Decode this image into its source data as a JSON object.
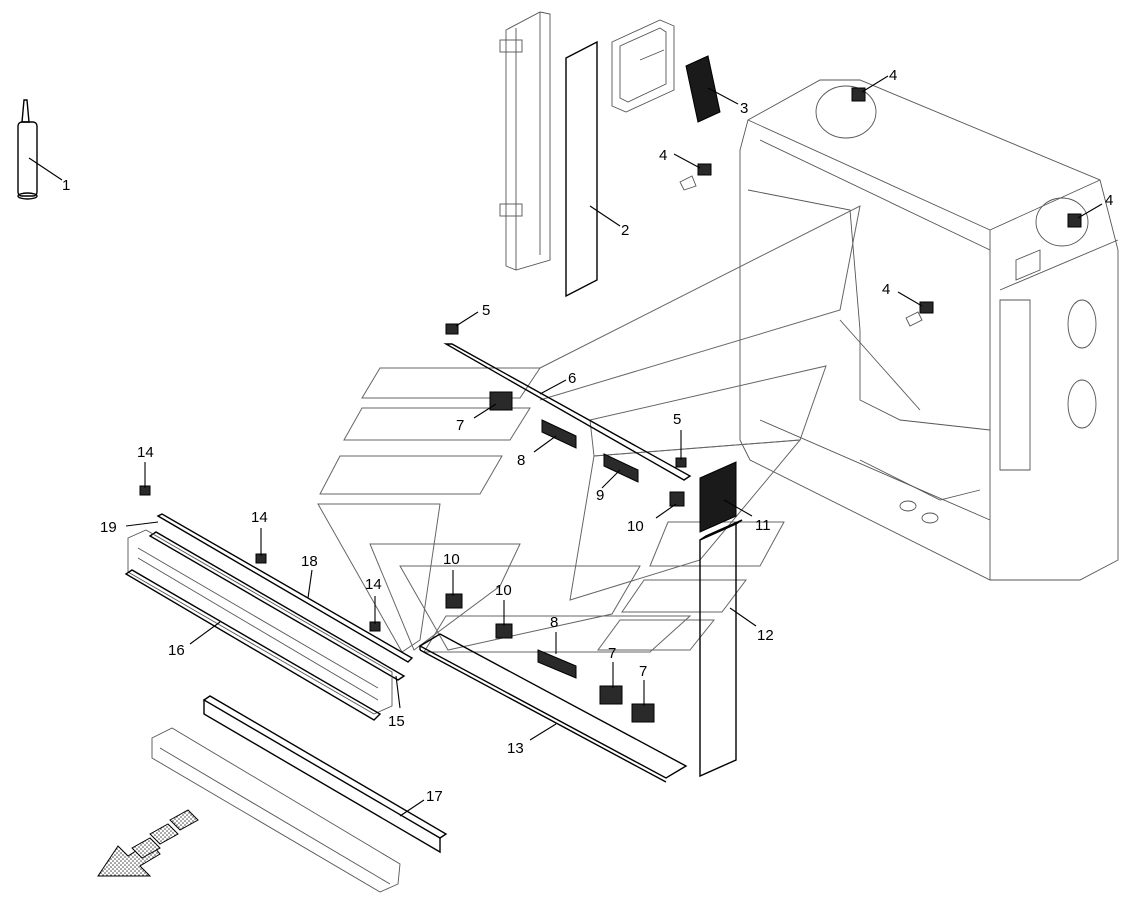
{
  "diagram": {
    "callouts": [
      {
        "id": "c1",
        "text": "1"
      },
      {
        "id": "c2",
        "text": "2"
      },
      {
        "id": "c3",
        "text": "3"
      },
      {
        "id": "c4a",
        "text": "4"
      },
      {
        "id": "c4b",
        "text": "4"
      },
      {
        "id": "c4c",
        "text": "4"
      },
      {
        "id": "c4d",
        "text": "4"
      },
      {
        "id": "c5a",
        "text": "5"
      },
      {
        "id": "c5b",
        "text": "5"
      },
      {
        "id": "c6",
        "text": "6"
      },
      {
        "id": "c7a",
        "text": "7"
      },
      {
        "id": "c7b",
        "text": "7"
      },
      {
        "id": "c7c",
        "text": "7"
      },
      {
        "id": "c8a",
        "text": "8"
      },
      {
        "id": "c8b",
        "text": "8"
      },
      {
        "id": "c9",
        "text": "9"
      },
      {
        "id": "c10a",
        "text": "10"
      },
      {
        "id": "c10b",
        "text": "10"
      },
      {
        "id": "c10c",
        "text": "10"
      },
      {
        "id": "c11",
        "text": "11"
      },
      {
        "id": "c12",
        "text": "12"
      },
      {
        "id": "c13",
        "text": "13"
      },
      {
        "id": "c14a",
        "text": "14"
      },
      {
        "id": "c14b",
        "text": "14"
      },
      {
        "id": "c14c",
        "text": "14"
      },
      {
        "id": "c15",
        "text": "15"
      },
      {
        "id": "c16",
        "text": "16"
      },
      {
        "id": "c17",
        "text": "17"
      },
      {
        "id": "c18",
        "text": "18"
      },
      {
        "id": "c19",
        "text": "19"
      }
    ]
  }
}
